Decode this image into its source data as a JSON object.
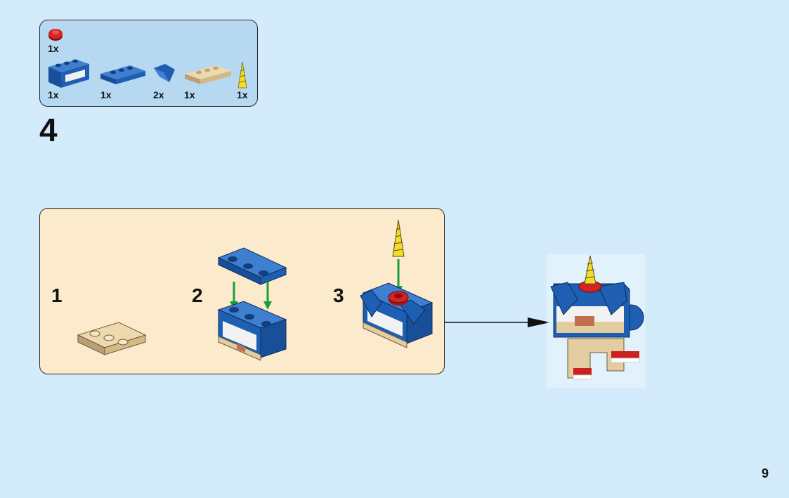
{
  "parts_list": {
    "items": [
      {
        "name": "red-round-plate",
        "qty": "1x"
      },
      {
        "name": "blue-printed-brick",
        "qty": "1x"
      },
      {
        "name": "blue-plate-1x3",
        "qty": "1x"
      },
      {
        "name": "blue-ear-slope",
        "qty": "2x"
      },
      {
        "name": "tan-plate-1x3",
        "qty": "1x"
      },
      {
        "name": "yellow-horn",
        "qty": "1x"
      }
    ]
  },
  "step": {
    "number": "4",
    "substeps": [
      "1",
      "2",
      "3"
    ]
  },
  "page": {
    "number": "9"
  },
  "colors": {
    "background": "#d3ebfa",
    "parts_box": "#b6d8f1",
    "callout": "#fbeacb",
    "brick_blue": "#1f5fb3",
    "tan": "#e3cc9f",
    "red": "#cc1f1f",
    "yellow": "#f4dc2a",
    "arrow_green": "#1a9e3a"
  }
}
